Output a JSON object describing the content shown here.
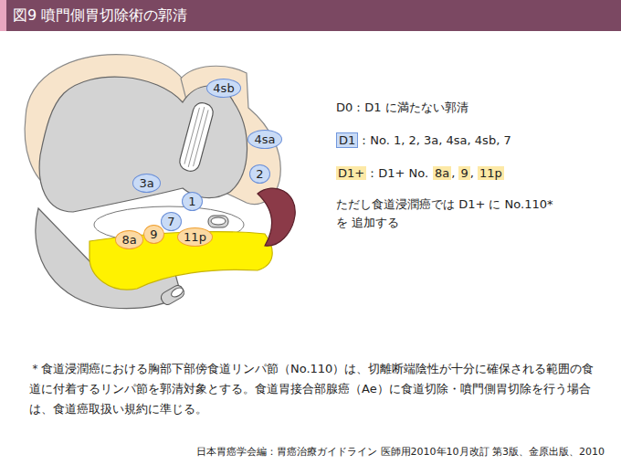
{
  "diagram": {
    "title": "図9 噴門側胃切除術の郭清",
    "caption": "日本胃癌学会編：胃癌治療ガイドライン 医師用2010年10月改訂 第3版、金原出版、2010",
    "nodes": [
      {
        "text": [
          "4sb"
        ]
      },
      {
        "text": [
          "4sa"
        ]
      },
      {
        "text": [
          "2"
        ]
      },
      {
        "text": [
          "3a"
        ]
      },
      {
        "text": [
          "1"
        ]
      },
      {
        "text": [
          "7"
        ]
      },
      {
        "text": [
          "8a"
        ]
      },
      {
        "text": [
          "9"
        ]
      },
      {
        "text": [
          "11p"
        ]
      }
    ],
    "labels": [
      "D0：D1 に満たない郭清",
      "D1",
      "：No. 1, 2, 3a, 4sa, 4sb, 7",
      "D1+",
      "：D1+ No.",
      "8a",
      ",",
      "9",
      ",",
      "11p",
      "ただし食道浸潤癌では D1+ に No.110*を 追加する",
      "＊食道浸潤癌における胸部下部傍食道リンパ節（No.110）は、切離断端陰性が十分に確保される範囲の食道に付着するリンパ節を郭清対象とする。食道胃接合部腺癌（Ae）に食道切除・噴門側胃切除を行う場合は、食道癌取扱い規約に準じる。"
    ]
  }
}
